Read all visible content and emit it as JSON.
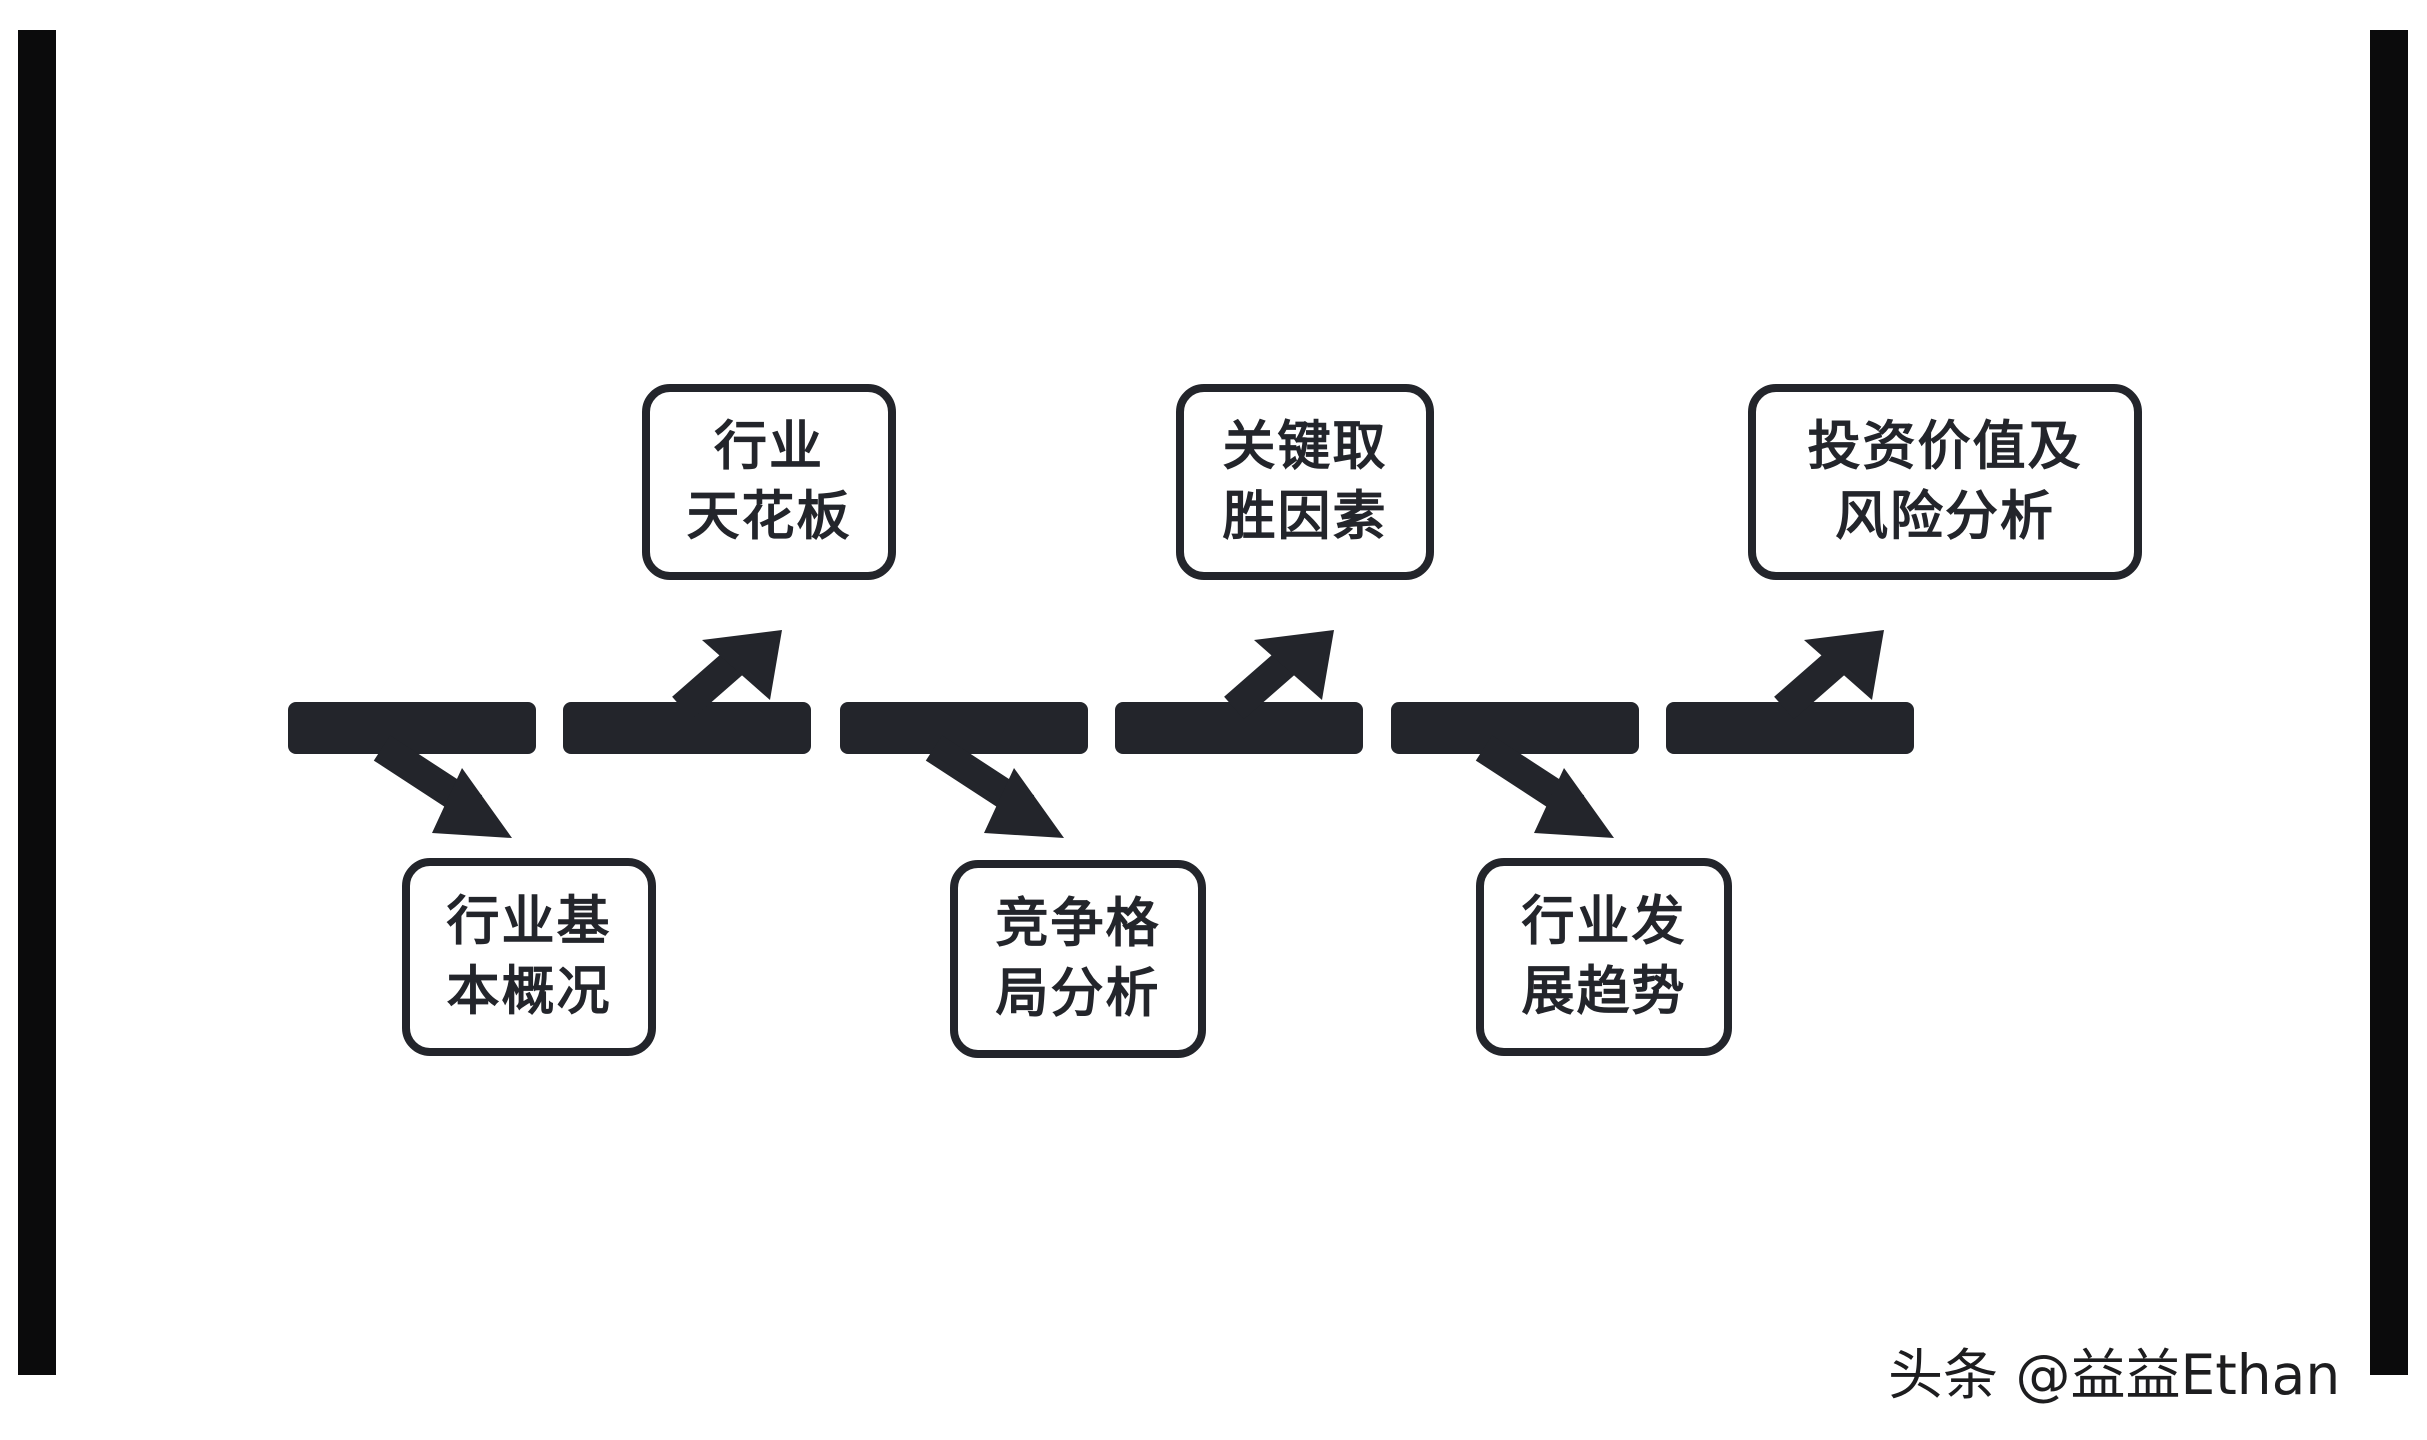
{
  "diagram": {
    "nodes": [
      {
        "id": "industry-ceiling",
        "text": "行业\n天花板",
        "position": "top"
      },
      {
        "id": "key-success-factors",
        "text": "关键取\n胜因素",
        "position": "top"
      },
      {
        "id": "investment-risk",
        "text": "投资价值及\n风险分析",
        "position": "top"
      },
      {
        "id": "industry-overview",
        "text": "行业基\n本概况",
        "position": "bottom"
      },
      {
        "id": "competition",
        "text": "竞争格\n局分析",
        "position": "bottom"
      },
      {
        "id": "industry-trend",
        "text": "行业发\n展趋势",
        "position": "bottom"
      }
    ],
    "colors": {
      "stroke": "#23252b",
      "fill": "#ffffff",
      "edge": "#0b0b0c"
    }
  },
  "watermark": {
    "text": "头条 @益益Ethan"
  }
}
